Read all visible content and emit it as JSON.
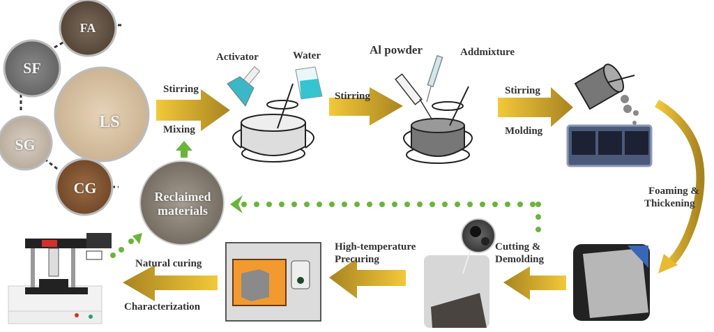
{
  "materials": {
    "fa": "FA",
    "sf": "SF",
    "ls": "LS",
    "sg": "SG",
    "cg": "CG",
    "reclaimed": "Reclaimed materials"
  },
  "steps": {
    "stirring_1": "Stirring",
    "mixing": "Mixing",
    "activator": "Activator",
    "water": "Water",
    "stirring_2": "Stirring",
    "al_powder": "Al powder",
    "admixture": "Addmixture",
    "stirring_3": "Stirring",
    "molding": "Molding",
    "foaming_1": "Foaming &",
    "foaming_2": "Thickening",
    "cutting_1": "Cutting &",
    "cutting_2": "Demolding",
    "hightemp_1": "High-temperature",
    "hightemp_2": "Precuring",
    "natural_curing": "Natural curing",
    "characterization": "Characterization"
  },
  "colors": {
    "arrow_gold": "#d9ad2a",
    "arrow_dark": "#a3801e",
    "recycle_green": "#6ab43a",
    "oven_orange": "#f39a2e",
    "liquid_cyan": "#3bb8c8"
  }
}
